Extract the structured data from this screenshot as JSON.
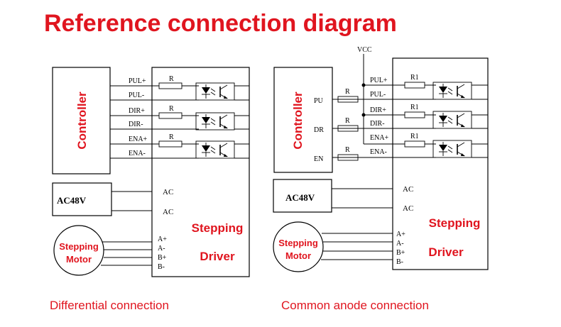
{
  "title": "Reference connection diagram",
  "left": {
    "caption": "Differential connection",
    "controller_label": "Controller",
    "resistor_label": "R",
    "pins": [
      "PUL+",
      "PUL-",
      "DIR+",
      "DIR-",
      "ENA+",
      "ENA-"
    ],
    "psu_label": "AC48V",
    "ac_labels": [
      "AC",
      "AC"
    ],
    "driver_label_1": "Stepping",
    "driver_label_2": "Driver",
    "motor_label_1": "Stepping",
    "motor_label_2": "Motor",
    "motor_pins": [
      "A+",
      "A-",
      "B+",
      "B-"
    ]
  },
  "right": {
    "caption": "Common anode connection",
    "controller_label": "Controller",
    "vcc_label": "VCC",
    "controller_pins": [
      "PU",
      "DR",
      "EN"
    ],
    "resistor_label_r": "R",
    "resistor_label_r1": "R1",
    "pins": [
      "PUL+",
      "PUL-",
      "DIR+",
      "DIR-",
      "ENA+",
      "ENA-"
    ],
    "psu_label": "AC48V",
    "ac_labels": [
      "AC",
      "AC"
    ],
    "driver_label_1": "Stepping",
    "driver_label_2": "Driver",
    "motor_label_1": "Stepping",
    "motor_label_2": "Motor",
    "motor_pins": [
      "A+",
      "A-",
      "B+",
      "B-"
    ]
  },
  "icons": [
    "resistor-icon",
    "optocoupler-icon",
    "motor-icon"
  ]
}
